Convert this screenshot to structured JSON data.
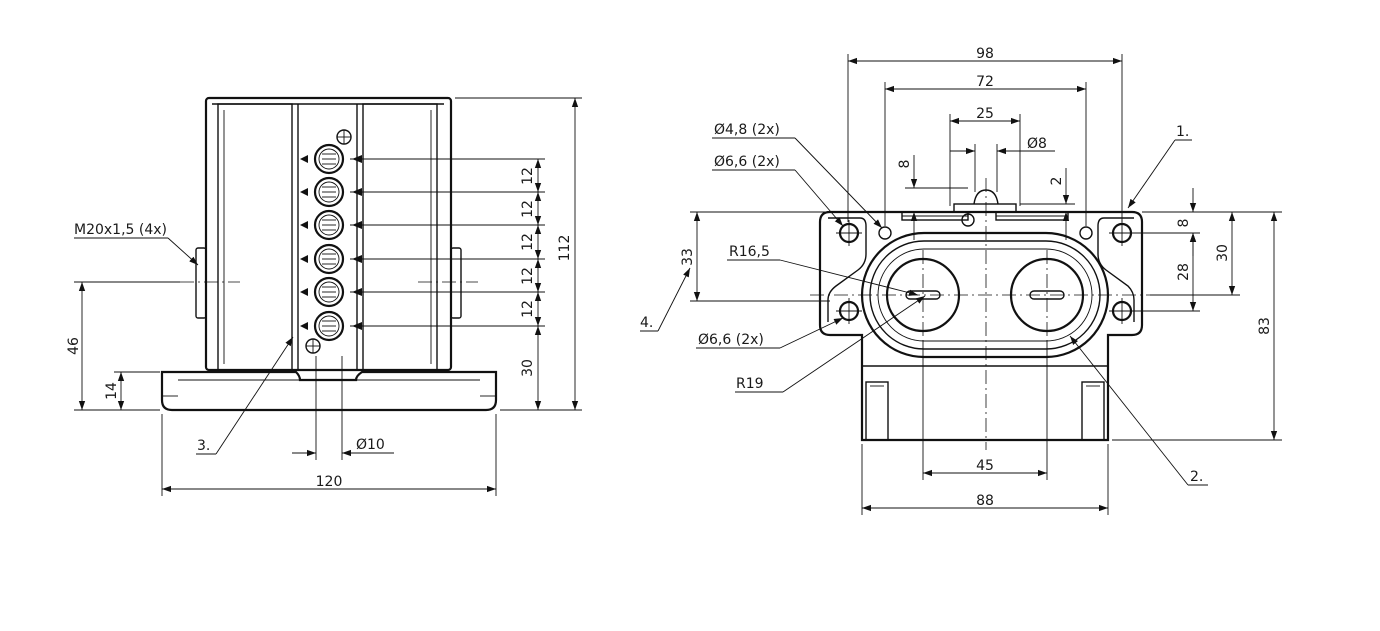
{
  "dimensions": {
    "front_width": "120",
    "front_height_total": "112",
    "front_height_axis": "46",
    "front_base_height": "14",
    "front_bottom_offset": "30",
    "front_pitch_1": "12",
    "front_pitch_2": "12",
    "front_pitch_3": "12",
    "front_pitch_4": "12",
    "front_pitch_5": "12",
    "front_hole_dia": "Ø10",
    "side_width_98": "98",
    "side_width_72": "72",
    "side_width_25": "25",
    "side_dia_8": "Ø8",
    "side_dim_8_top": "8",
    "side_dim_2": "2",
    "side_dim_8_right": "8",
    "side_dim_28": "28",
    "side_dim_30": "30",
    "side_dim_83": "83",
    "side_dim_33": "33",
    "side_width_45": "45",
    "side_width_88": "88"
  },
  "callouts": {
    "thread": "M20x1,5 (4x)",
    "hole_48": "Ø4,8 (2x)",
    "hole_66_top": "Ø6,6 (2x)",
    "hole_66_bottom": "Ø6,6 (2x)",
    "radius_165": "R16,5",
    "radius_19": "R19"
  },
  "item_labels": {
    "item_1": "1.",
    "item_2": "2.",
    "item_3": "3.",
    "item_4": "4."
  }
}
